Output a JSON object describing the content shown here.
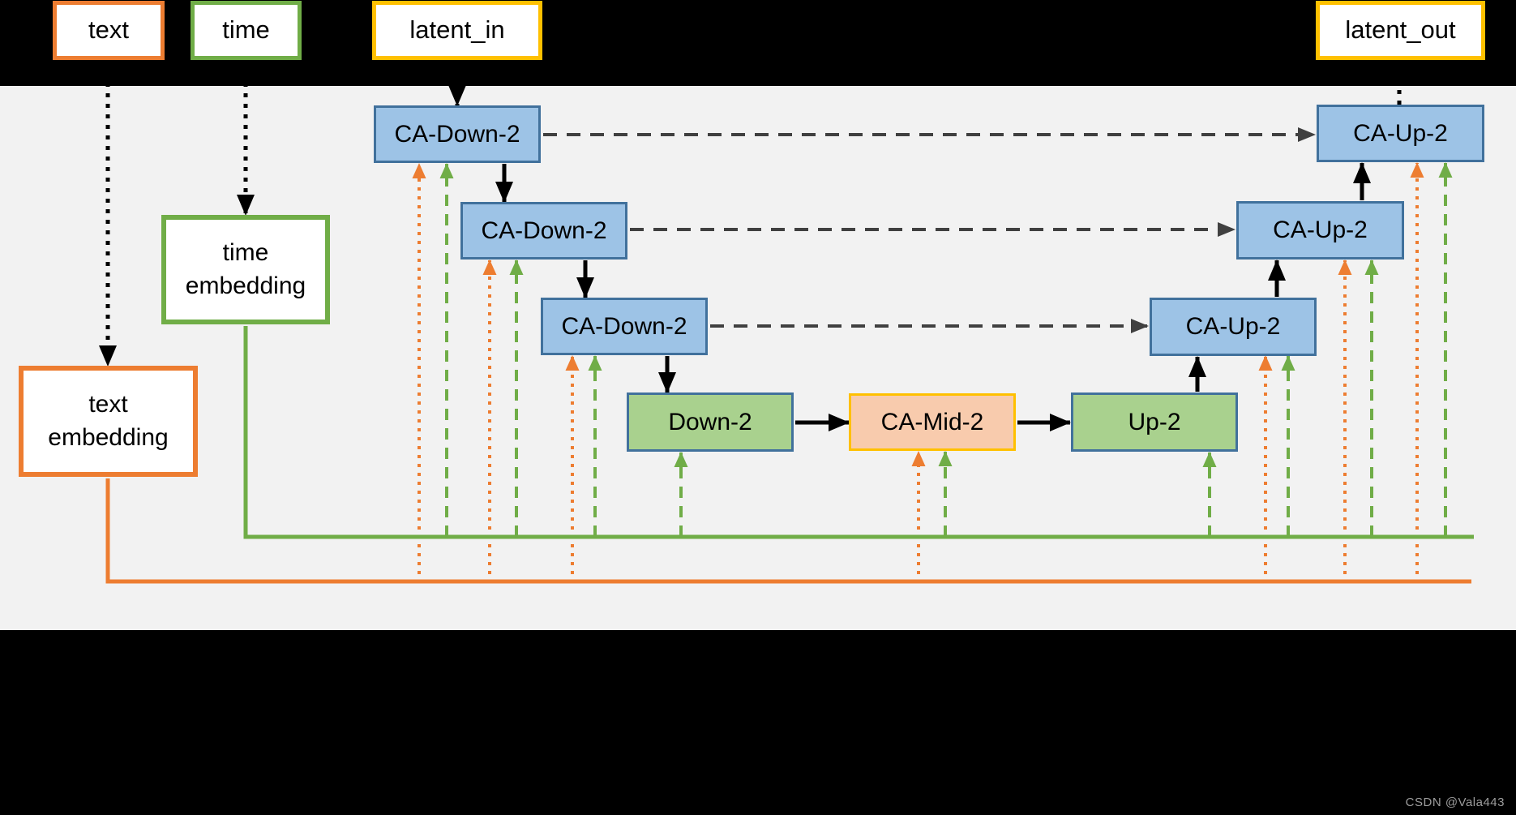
{
  "diagram": {
    "io_nodes": {
      "text": "text",
      "time": "time",
      "latent_in": "latent_in",
      "latent_out": "latent_out"
    },
    "embedding_nodes": {
      "time": "time embedding",
      "text": "text embedding"
    },
    "encoder_blocks": [
      "CA-Down-2",
      "CA-Down-2",
      "CA-Down-2"
    ],
    "bottleneck_blocks": {
      "down": "Down-2",
      "mid": "CA-Mid-2",
      "up": "Up-2"
    },
    "decoder_blocks": [
      "CA-Up-2",
      "CA-Up-2",
      "CA-Up-2"
    ],
    "colors": {
      "text_accent": "#ED7D31",
      "time_accent": "#70AD47",
      "latent_accent": "#FFC000",
      "block_blue_fill": "#9DC3E6",
      "block_green_fill": "#A9D18E",
      "block_mid_fill": "#F8CBAD",
      "block_border_blue": "#41719C",
      "skip_connection": "#404040",
      "band": "#000000",
      "canvas": "#F2F2F2"
    },
    "watermark": "CSDN @Vala443"
  }
}
